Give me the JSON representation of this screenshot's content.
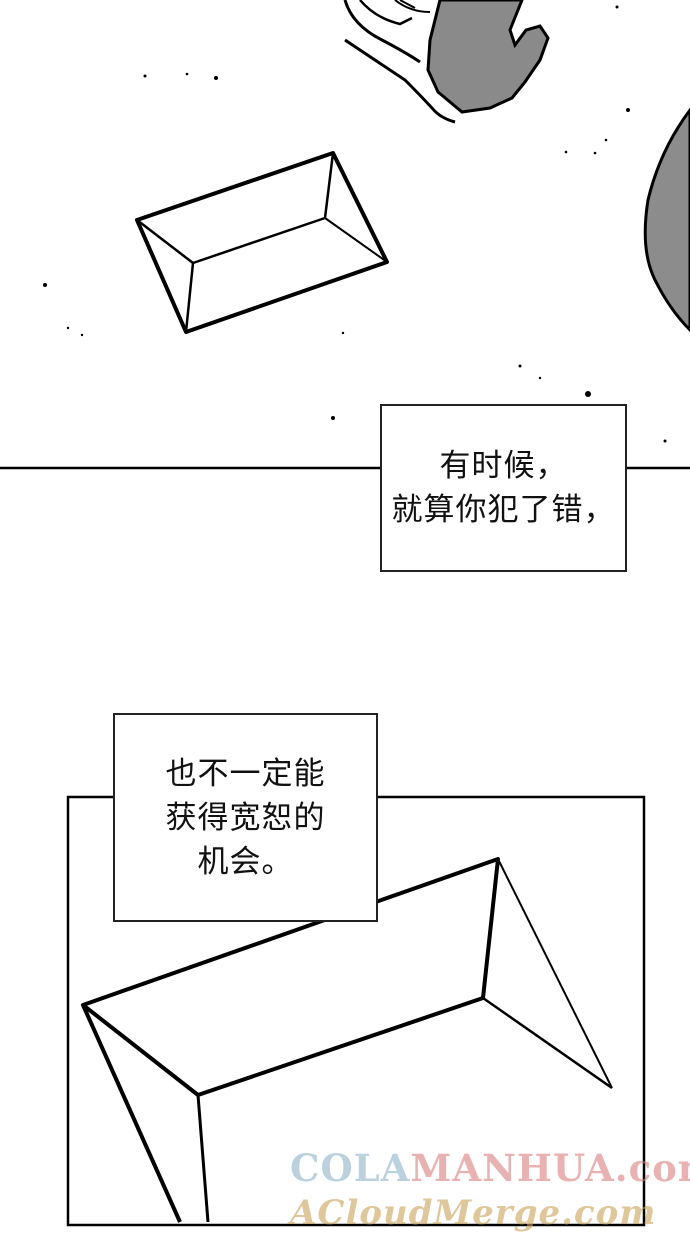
{
  "captions": {
    "first": [
      "有时候，",
      "就算你犯了错，"
    ],
    "second": [
      "也不一定能",
      "获得宽恕的",
      "机会。"
    ]
  },
  "watermark": {
    "line1_a": "COLA",
    "line1_b": "MANHUA",
    "line1_c": ".com",
    "line2": "ACloudMerge.com",
    "colors": {
      "blue": "#8fb3c9",
      "red": "#d98080",
      "gold": "#c9a35a"
    }
  }
}
